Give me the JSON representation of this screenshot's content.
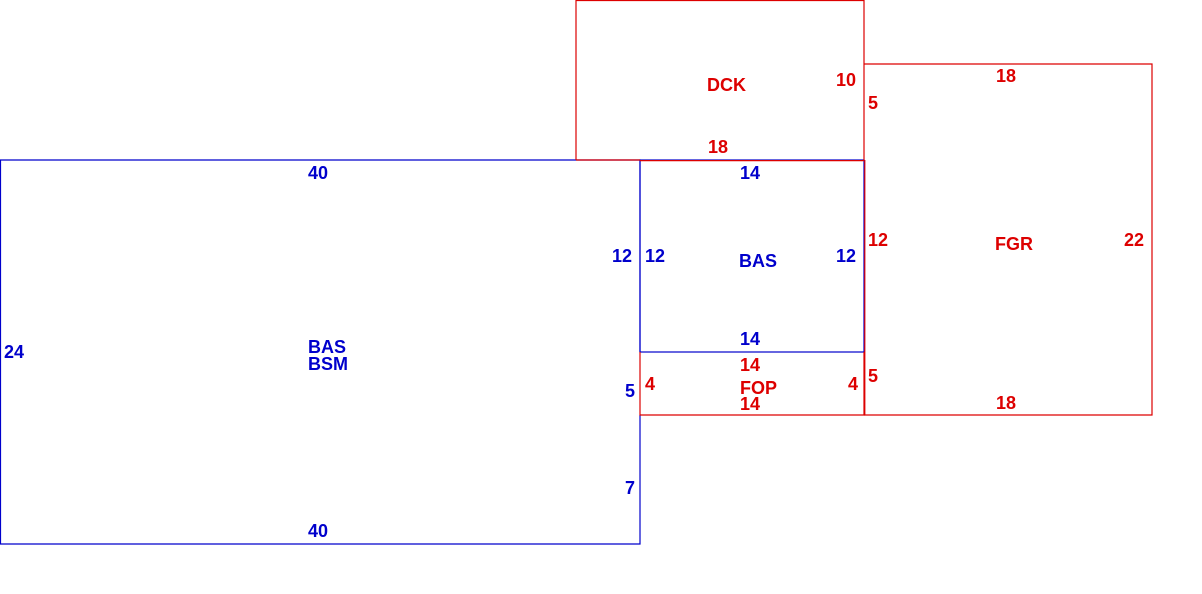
{
  "colors": {
    "main_area": "#0000cc",
    "addition_area": "#dd0000",
    "background": "#ffffff"
  },
  "areas": {
    "bas_bsm": {
      "codes": [
        "BAS",
        "BSM"
      ],
      "dimensions": {
        "top": "40",
        "bottom": "40",
        "left": "24",
        "right_upper": "12",
        "right_middle": "5",
        "right_lower": "7"
      }
    },
    "bas": {
      "code": "BAS",
      "dimensions": {
        "top": "14",
        "bottom": "14",
        "left": "12",
        "right": "12"
      }
    },
    "dck": {
      "code": "DCK",
      "dimensions": {
        "bottom": "18",
        "right": "10"
      }
    },
    "fop": {
      "code": "FOP",
      "dimensions": {
        "top": "14",
        "bottom": "14",
        "left": "4",
        "right": "4"
      }
    },
    "fgr": {
      "code": "FGR",
      "dimensions": {
        "top": "18",
        "bottom": "18",
        "left_upper": "5",
        "left_middle": "12",
        "left_lower": "5",
        "right": "22"
      }
    }
  }
}
